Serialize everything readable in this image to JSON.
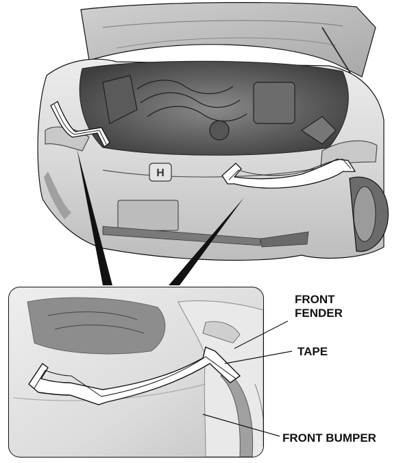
{
  "labels": {
    "front_fender_line1": "FRONT",
    "front_fender_line2": "FENDER",
    "tape": "TAPE",
    "front_bumper": "FRONT BUMPER"
  },
  "colors": {
    "line": "#111111",
    "body_light": "#f2f2f2",
    "body_mid": "#d6d6d6",
    "body_dark": "#9a9a9a",
    "engine_dark": "#4a4a4a",
    "tape_fill": "#ffffff"
  }
}
